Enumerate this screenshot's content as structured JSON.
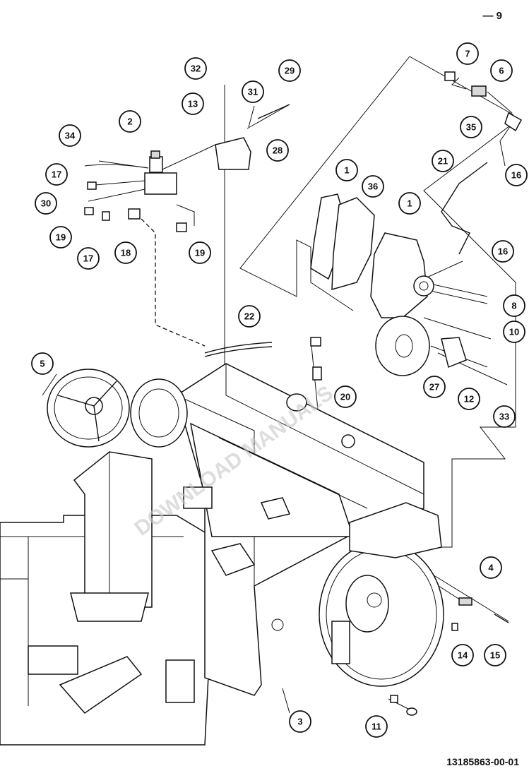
{
  "page_number": "9",
  "document_id": "13185863-00-01",
  "callouts": [
    {
      "id": "c32",
      "label": "32"
    },
    {
      "id": "c29",
      "label": "29"
    },
    {
      "id": "c13",
      "label": "13"
    },
    {
      "id": "c31",
      "label": "31"
    },
    {
      "id": "c2",
      "label": "2"
    },
    {
      "id": "c34",
      "label": "34"
    },
    {
      "id": "c28",
      "label": "28"
    },
    {
      "id": "c17a",
      "label": "17"
    },
    {
      "id": "c30",
      "label": "30"
    },
    {
      "id": "c19a",
      "label": "19"
    },
    {
      "id": "c17b",
      "label": "17"
    },
    {
      "id": "c18",
      "label": "18"
    },
    {
      "id": "c19b",
      "label": "19"
    },
    {
      "id": "c7",
      "label": "7"
    },
    {
      "id": "c6",
      "label": "6"
    },
    {
      "id": "c35",
      "label": "35"
    },
    {
      "id": "c21",
      "label": "21"
    },
    {
      "id": "c16a",
      "label": "16"
    },
    {
      "id": "c1a",
      "label": "1"
    },
    {
      "id": "c36",
      "label": "36"
    },
    {
      "id": "c1b",
      "label": "1"
    },
    {
      "id": "c16b",
      "label": "16"
    },
    {
      "id": "c8",
      "label": "8"
    },
    {
      "id": "c10",
      "label": "10"
    },
    {
      "id": "c22",
      "label": "22"
    },
    {
      "id": "c27",
      "label": "27"
    },
    {
      "id": "c12",
      "label": "12"
    },
    {
      "id": "c33",
      "label": "33"
    },
    {
      "id": "c5",
      "label": "5"
    },
    {
      "id": "c20",
      "label": "20"
    },
    {
      "id": "c4",
      "label": "4"
    },
    {
      "id": "c14",
      "label": "14"
    },
    {
      "id": "c15",
      "label": "15"
    },
    {
      "id": "c3",
      "label": "3"
    },
    {
      "id": "c11",
      "label": "11"
    }
  ],
  "colors": {
    "ink": "#111111",
    "paper": "#ffffff",
    "shade": "#d9d9d9"
  }
}
